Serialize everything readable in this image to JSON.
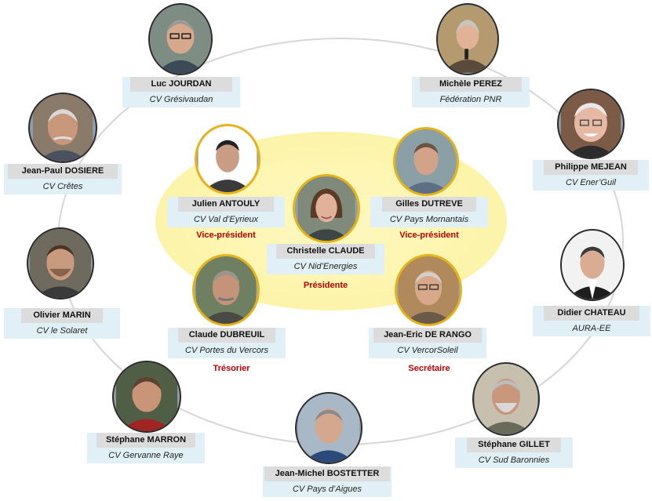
{
  "members": {
    "luc": {
      "name": "Luc JOURDAN",
      "org": "CV Grésivaudan"
    },
    "michele": {
      "name": "Michèle PEREZ",
      "org": "Fédération PNR"
    },
    "jeanpaul": {
      "name": "Jean-Paul DOSIERE",
      "org": "CV Crêtes"
    },
    "philippe": {
      "name": "Philippe MEJEAN",
      "org": "CV Ener’Guil"
    },
    "olivier": {
      "name": "Olivier MARIN",
      "org": "CV le Solaret"
    },
    "didier": {
      "name": "Didier CHATEAU",
      "org": "AURA-EE"
    },
    "stephane_m": {
      "name": "Stéphane MARRON",
      "org": "CV Gervanne Raye"
    },
    "stephane_g": {
      "name": "Stéphane GILLET",
      "org": "CV Sud Baronnies"
    },
    "jeanmichel": {
      "name": "Jean-Michel BOSTETTER",
      "org": "CV Pays d’Aigues"
    }
  },
  "board": {
    "julien": {
      "name": "Julien ANTOULY",
      "org": "CV Val d’Eyrieux",
      "role": "Vice-président"
    },
    "gilles": {
      "name": "Gilles DUTREVE",
      "org": "CV Pays Mornantais",
      "role": "Vice-président"
    },
    "christelle": {
      "name": "Christelle CLAUDE",
      "org": "CV Nid’Energies",
      "role": "Présidente"
    },
    "claude": {
      "name": "Claude DUBREUIL",
      "org": "CV Portes du Vercors",
      "role": "Trésorier"
    },
    "jeaneric": {
      "name": "Jean-Eric DE RANGO",
      "org": "CV VercorSoleil",
      "role": "Secrétaire"
    }
  },
  "colors": {
    "board_ring": "#e6b217",
    "role_text": "#c00000",
    "card_bg": "#e0f0f6",
    "name_bg": "#dcdcdc",
    "center_ellipse": "#fdf5ae"
  }
}
